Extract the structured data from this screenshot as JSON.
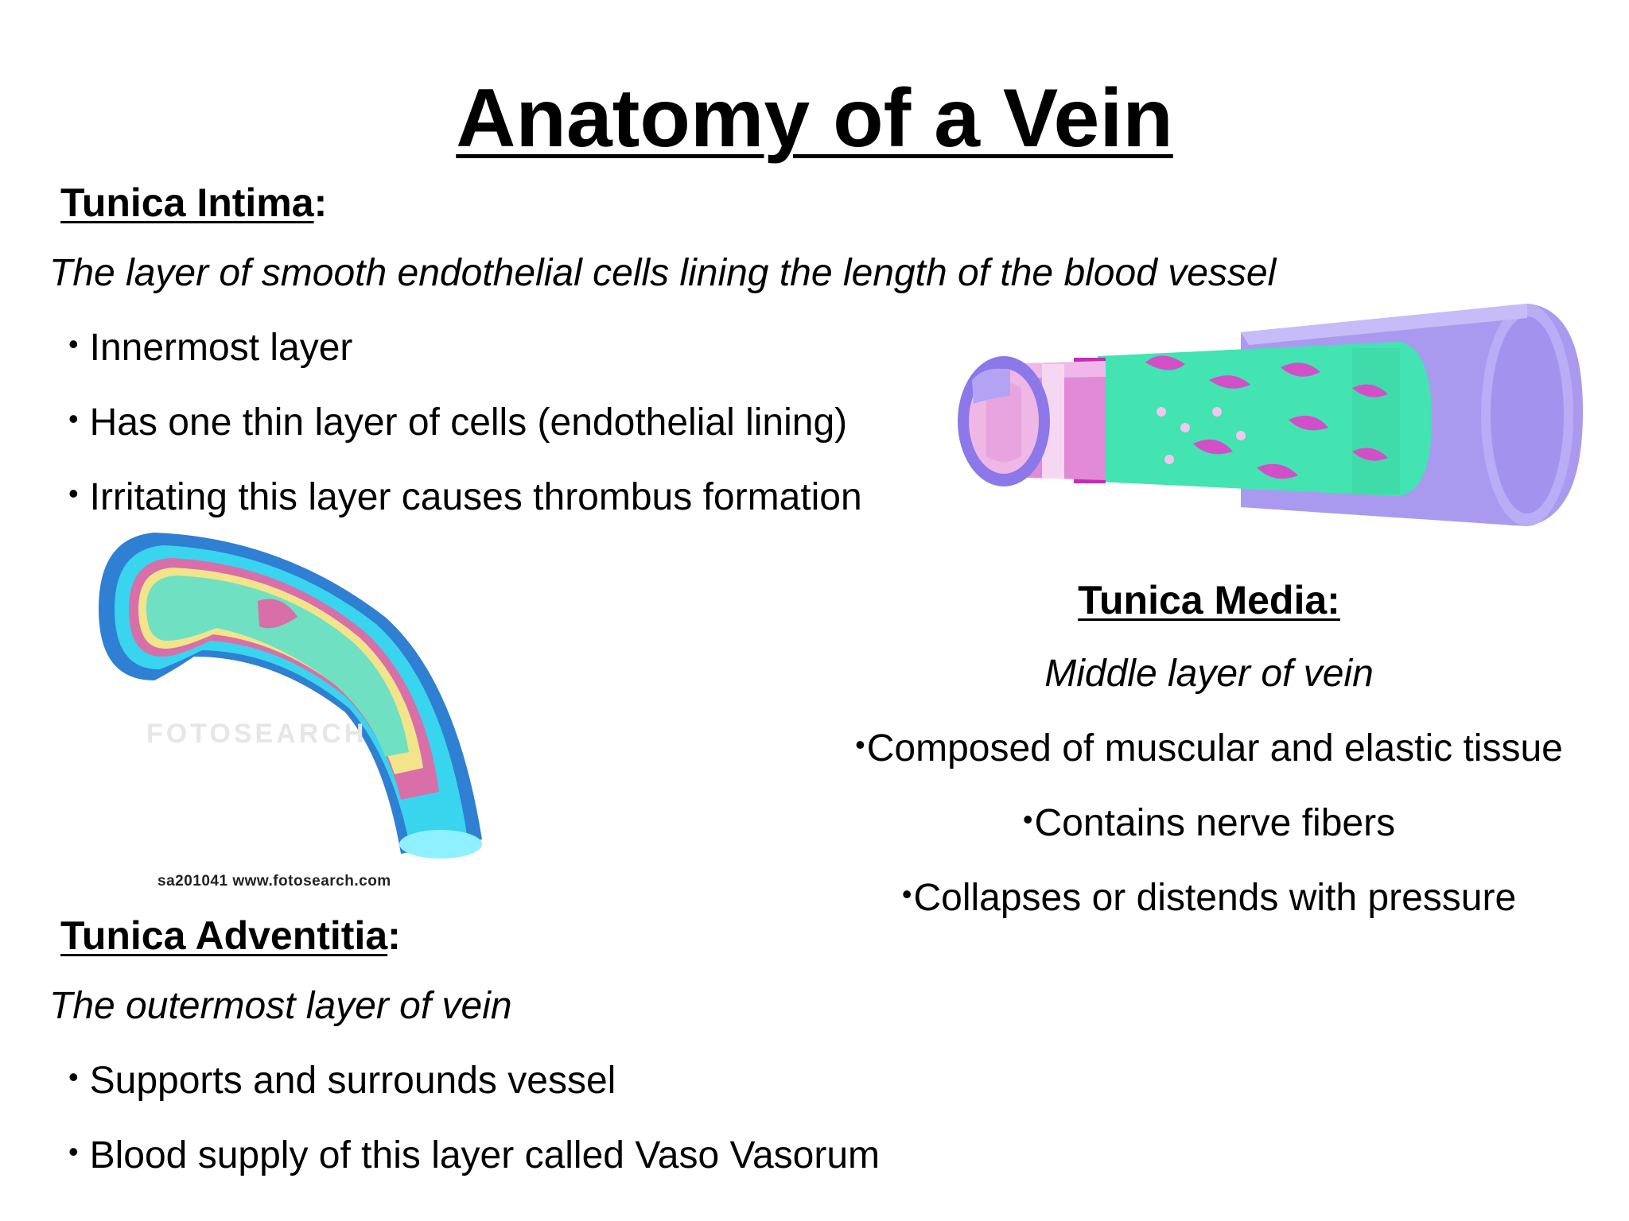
{
  "title": "Anatomy of a Vein",
  "intima": {
    "heading": "Tunica Intima",
    "colon": ":",
    "description": "The layer of smooth endothelial cells lining the length of the blood vessel",
    "bullets": [
      "Innermost layer",
      "Has one thin layer of cells (endothelial lining)",
      "Irritating this layer causes thrombus formation"
    ]
  },
  "media": {
    "heading": "Tunica Media:",
    "description": "Middle layer of vein",
    "bullets": [
      "Composed of muscular and elastic tissue",
      "Contains nerve fibers",
      "Collapses or distends with pressure"
    ]
  },
  "adventitia": {
    "heading": "Tunica Adventitia",
    "colon": ":",
    "description": "The outermost layer of vein",
    "bullets": [
      "Supports and surrounds vessel",
      "Blood supply of this layer called Vaso Vasorum"
    ]
  },
  "image_credit": "sa201041  www.fotosearch.com",
  "watermark": "FOTOSEARCH",
  "bullet_char": "•",
  "colors": {
    "adventitia_purple": "#a99af0",
    "media_green": "#43e3b2",
    "media_pink": "#d24fc8",
    "intima_pink": "#eeb7e6",
    "vessel_cyan": "#39d4ee",
    "outer_blue": "#2f7fd3"
  }
}
